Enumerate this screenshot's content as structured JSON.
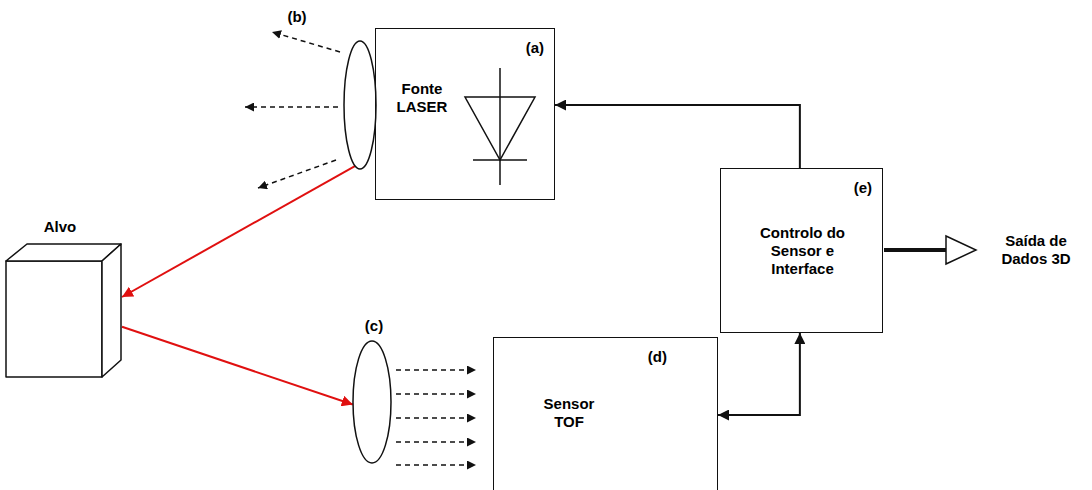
{
  "diagram": {
    "nodes": [
      {
        "text": [
          "(b)"
        ]
      },
      {
        "text": [
          "(a)",
          "Fonte LASER"
        ]
      },
      {
        "text": [
          "Alvo"
        ]
      },
      {
        "text": [
          "(e)",
          "Controlo do Sensor e Interface"
        ]
      },
      {
        "text": [
          "(c)"
        ]
      },
      {
        "text": [
          "(d)",
          "Sensor TOF"
        ]
      }
    ],
    "edges": [
      {
        "from": 0,
        "to": 2,
        "arrow": "to"
      },
      {
        "from": 2,
        "to": 4,
        "arrow": "to"
      },
      {
        "from": 3,
        "to": 1,
        "arrow": "to"
      },
      {
        "from": 5,
        "to": 3,
        "arrow": "both"
      }
    ],
    "labels": [
      "Saída de Dados 3D"
    ]
  }
}
